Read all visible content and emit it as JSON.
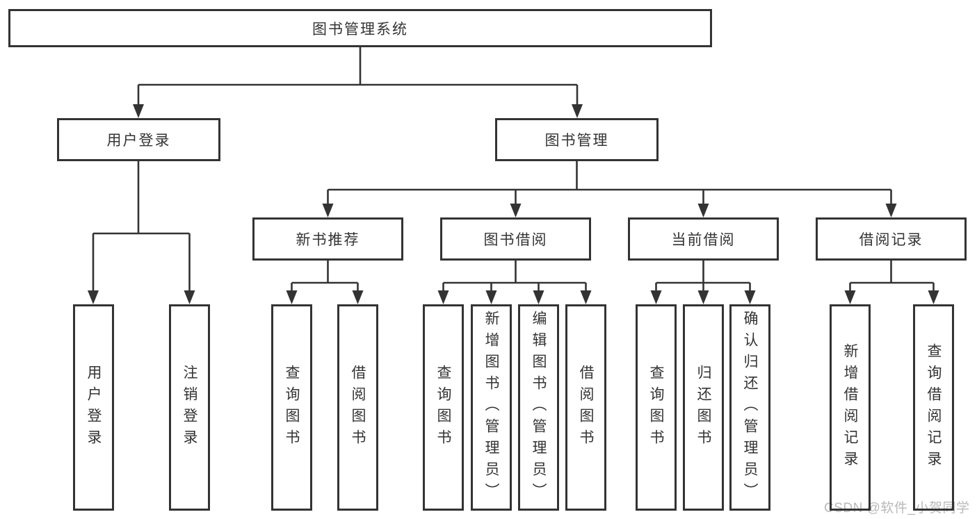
{
  "diagram": {
    "root": {
      "label": "图书管理系统"
    },
    "branches": [
      {
        "label": "用户登录",
        "children": [
          {
            "label": "用户登录"
          },
          {
            "label": "注销登录"
          }
        ]
      },
      {
        "label": "图书管理",
        "children": [
          {
            "label": "新书推荐",
            "children": [
              {
                "label": "查询图书"
              },
              {
                "label": "借阅图书"
              }
            ]
          },
          {
            "label": "图书借阅",
            "children": [
              {
                "label": "查询图书"
              },
              {
                "label": "新增图书（管理员）"
              },
              {
                "label": "编辑图书（管理员）"
              },
              {
                "label": "借阅图书"
              }
            ]
          },
          {
            "label": "当前借阅",
            "children": [
              {
                "label": "查询图书"
              },
              {
                "label": "归还图书"
              },
              {
                "label": "确认归还（管理员）"
              }
            ]
          },
          {
            "label": "借阅记录",
            "children": [
              {
                "label": "新增借阅记录"
              },
              {
                "label": "查询借阅记录"
              }
            ]
          }
        ]
      }
    ]
  },
  "watermark": {
    "text": "CSDN @软件_小贺同学"
  },
  "colors": {
    "line": "#333333",
    "box_border": "#333333",
    "box_fill": "#ffffff",
    "text": "#333333",
    "watermark": "#b9b9b9"
  }
}
